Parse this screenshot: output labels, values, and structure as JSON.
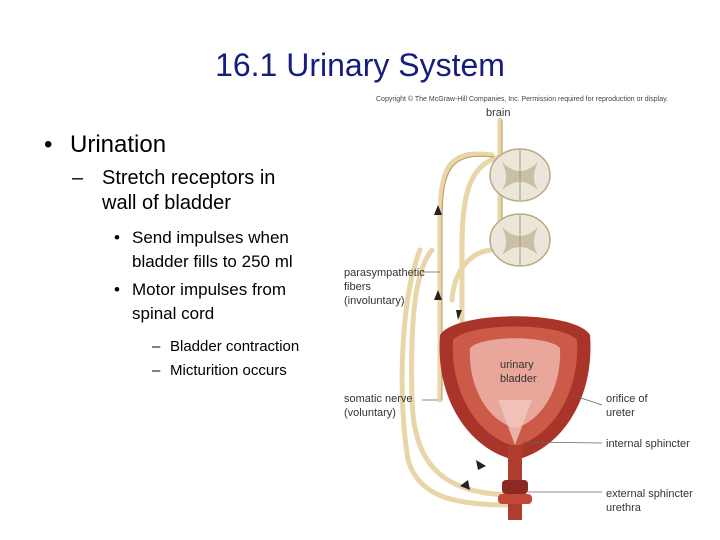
{
  "slide": {
    "title": "16.1  Urinary System",
    "bullets": {
      "l1": "Urination",
      "l2": [
        "Stretch receptors in",
        "wall of bladder"
      ],
      "l3": [
        [
          "Send impulses when",
          "bladder fills to 250 ml"
        ],
        [
          "Motor impulses from",
          "spinal cord"
        ]
      ],
      "l4": [
        "Bladder contraction",
        "Micturition occurs"
      ]
    },
    "markers": {
      "dot": "•",
      "dash": "–"
    }
  },
  "figure": {
    "copyright": "Copyright © The McGraw-Hill Companies, Inc. Permission required for reproduction or display.",
    "labels": {
      "brain": "brain",
      "parasympathetic": [
        "parasympathetic",
        "fibers",
        "(involuntary)"
      ],
      "bladder": [
        "urinary",
        "bladder"
      ],
      "somatic": [
        "somatic nerve",
        "(voluntary)"
      ],
      "orifice": [
        "orifice of",
        "ureter"
      ],
      "internal_sphincter": "internal sphincter",
      "external_sphincter": "external sphincter",
      "urethra": "urethra"
    }
  },
  "colors": {
    "title": "#151e7a",
    "nerve": "#e8d6a8",
    "bladder_dark": "#a8342a",
    "bladder_mid": "#cc5a48",
    "bladder_lining": "#e8a79a"
  }
}
